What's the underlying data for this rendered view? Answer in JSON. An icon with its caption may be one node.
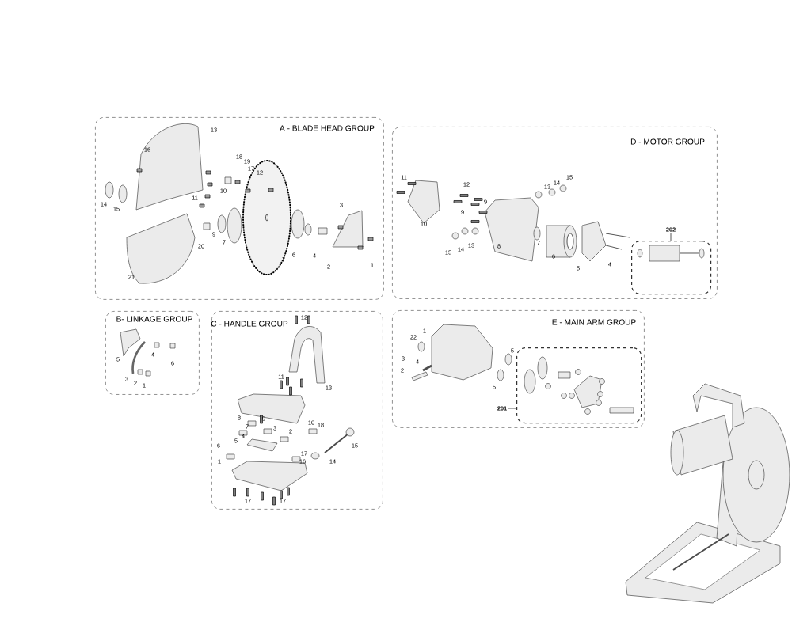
{
  "diagram": {
    "nodes": [
      {
        "text": [
          "A - BLADE HEAD GROUP"
        ]
      },
      {
        "text": [
          "D - MOTOR GROUP"
        ]
      },
      {
        "text": [
          "202"
        ],
        "in": 1
      },
      {
        "text": [
          "B- LINKAGE GROUP"
        ]
      },
      {
        "text": [
          "C - HANDLE GROUP"
        ]
      },
      {
        "text": [
          "E - MAIN ARM GROUP"
        ]
      },
      {
        "text": [
          "201"
        ],
        "in": 5
      }
    ],
    "labels": [
      "13",
      "16",
      "18",
      "19",
      "17",
      "12",
      "10",
      "11",
      "14",
      "15",
      "3",
      "9",
      "7",
      "20",
      "7",
      "6",
      "4",
      "2",
      "1",
      "21",
      "11",
      "12",
      "13",
      "14",
      "15",
      "9",
      "9",
      "10",
      "7",
      "15",
      "14",
      "13",
      "8",
      "6",
      "5",
      "4",
      "5",
      "4",
      "6",
      "3",
      "2",
      "1",
      "12",
      "13",
      "11",
      "10",
      "18",
      "8",
      "9",
      "7",
      "3",
      "2",
      "4",
      "5",
      "15",
      "17",
      "6",
      "1",
      "16",
      "14",
      "17",
      "17",
      "1",
      "22",
      "3",
      "4",
      "2",
      "5",
      "5"
    ]
  }
}
